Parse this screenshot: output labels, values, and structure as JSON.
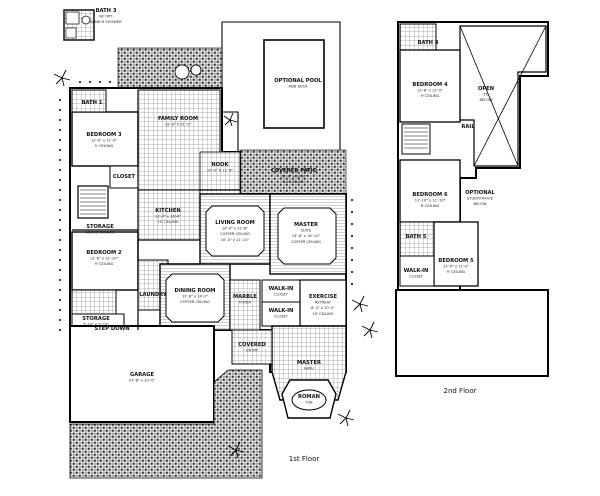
{
  "floor1": {
    "caption": "1st Floor",
    "rooms": {
      "bath3": [
        "BATH 3",
        "W/ OPT.",
        "B/ANCH SHOWER"
      ],
      "optional_pool": [
        "OPTIONAL POOL",
        "AND DECK"
      ],
      "bath": [
        "BATH 1"
      ],
      "family_room": [
        "FAMILY ROOM",
        "19'-8\" X 21'-0\""
      ],
      "bedroom3": [
        "BEDROOM 3",
        "12'-0\" x 11'-9\"",
        "9' CEILING"
      ],
      "closet": [
        "CLOSET"
      ],
      "nook": [
        "NOOK",
        "10'-0\" X 11'-8\""
      ],
      "covered_patio": [
        "COVERED PATIO",
        "29'-0\" x 10'-0\"",
        "10' CEILING"
      ],
      "kitchen": [
        "KITCHEN",
        "12'-0\" x 16'-6\"",
        "10' CEILING"
      ],
      "living_room": [
        "LIVING ROOM",
        "14'-0\" x 12'-8\"",
        "COFFER CEILING",
        "10'-0\" x 11'-10\""
      ],
      "master_suite": [
        "MASTER",
        "SUITE",
        "14'-8\" x 16'-10\"",
        "COFFER CEILING"
      ],
      "storage_top": [
        "STORAGE",
        "ABOVE GARAGE"
      ],
      "bedroom2": [
        "BEDROOM 2",
        "12'-8\" x 12'-10\"",
        "9' CEILING"
      ],
      "dining_room": [
        "DINING ROOM",
        "12'-8\" x 14'-2\"",
        "COFFER CEILING"
      ],
      "foyer": [
        "MARBLE",
        "FOYER"
      ],
      "walk_in": [
        "WALK-IN",
        "CLOSET"
      ],
      "exercise": [
        "EXERCISE",
        "RETREAT",
        "8'-0\" x 10'-0\"",
        "10' CEILING"
      ],
      "walk_in2": [
        "WALK-IN",
        "CLOSET"
      ],
      "laundry": [
        "LAUNDRY"
      ],
      "storage": [
        "STORAGE",
        "7'-10\" x 5'-10\""
      ],
      "step_down": [
        "STEP DOWN"
      ],
      "covered_entry": [
        "COVERED",
        "ENTRY"
      ],
      "garage": [
        "GARAGE",
        "27'-8\" x 20'-0\""
      ],
      "master_bath": [
        "MASTER",
        "BATH"
      ],
      "roman_tub": [
        "ROMAN",
        "TUB"
      ]
    }
  },
  "floor2": {
    "caption": "2nd Floor",
    "rooms": {
      "bath4": [
        "BATH 4"
      ],
      "bedroom4": [
        "BEDROOM 4",
        "13'-8\" x 12'-0\"",
        "9' CEILING"
      ],
      "open_below": [
        "OPEN",
        "TO",
        "BELOW"
      ],
      "rail": [
        "RAIL"
      ],
      "bedroom6": [
        "BEDROOM 6",
        "11'-10\" x 11'-10\"",
        "8' CEILING"
      ],
      "optional_study": [
        "OPTIONAL",
        "STUDY/OFFICE",
        "BELOW"
      ],
      "bath5": [
        "BATH 5"
      ],
      "bedroom5": [
        "BEDROOM 5",
        "12'-0\" x 11'-0\"",
        "9' CEILING"
      ],
      "walk_in": [
        "WALK-IN",
        "CLOSET"
      ]
    }
  }
}
